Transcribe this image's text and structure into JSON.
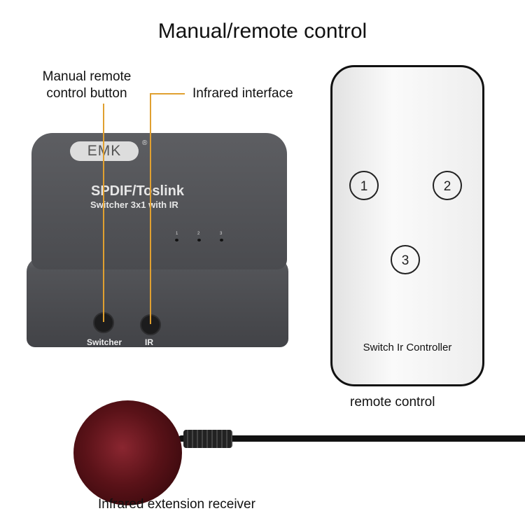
{
  "title": "Manual/remote control",
  "callouts": {
    "manual_button": [
      "Manual remote",
      "control button"
    ],
    "infrared_interface": "Infrared interface"
  },
  "device": {
    "logo": "EMK",
    "registered": "®",
    "line1": "SPDIF/Toslink",
    "line2": "Switcher 3x1  with IR",
    "leds": [
      "1",
      "2",
      "3"
    ],
    "ports": [
      "Switcher",
      "IR"
    ]
  },
  "remote": {
    "buttons": [
      "1",
      "2",
      "3"
    ],
    "label": "Switch Ir Controller",
    "caption": "remote control"
  },
  "receiver": {
    "caption": "Infrared extension receiver"
  },
  "colors": {
    "callout_line": "#e0a030",
    "device_body": "#4a4b4f",
    "receiver": "#5a1218"
  }
}
